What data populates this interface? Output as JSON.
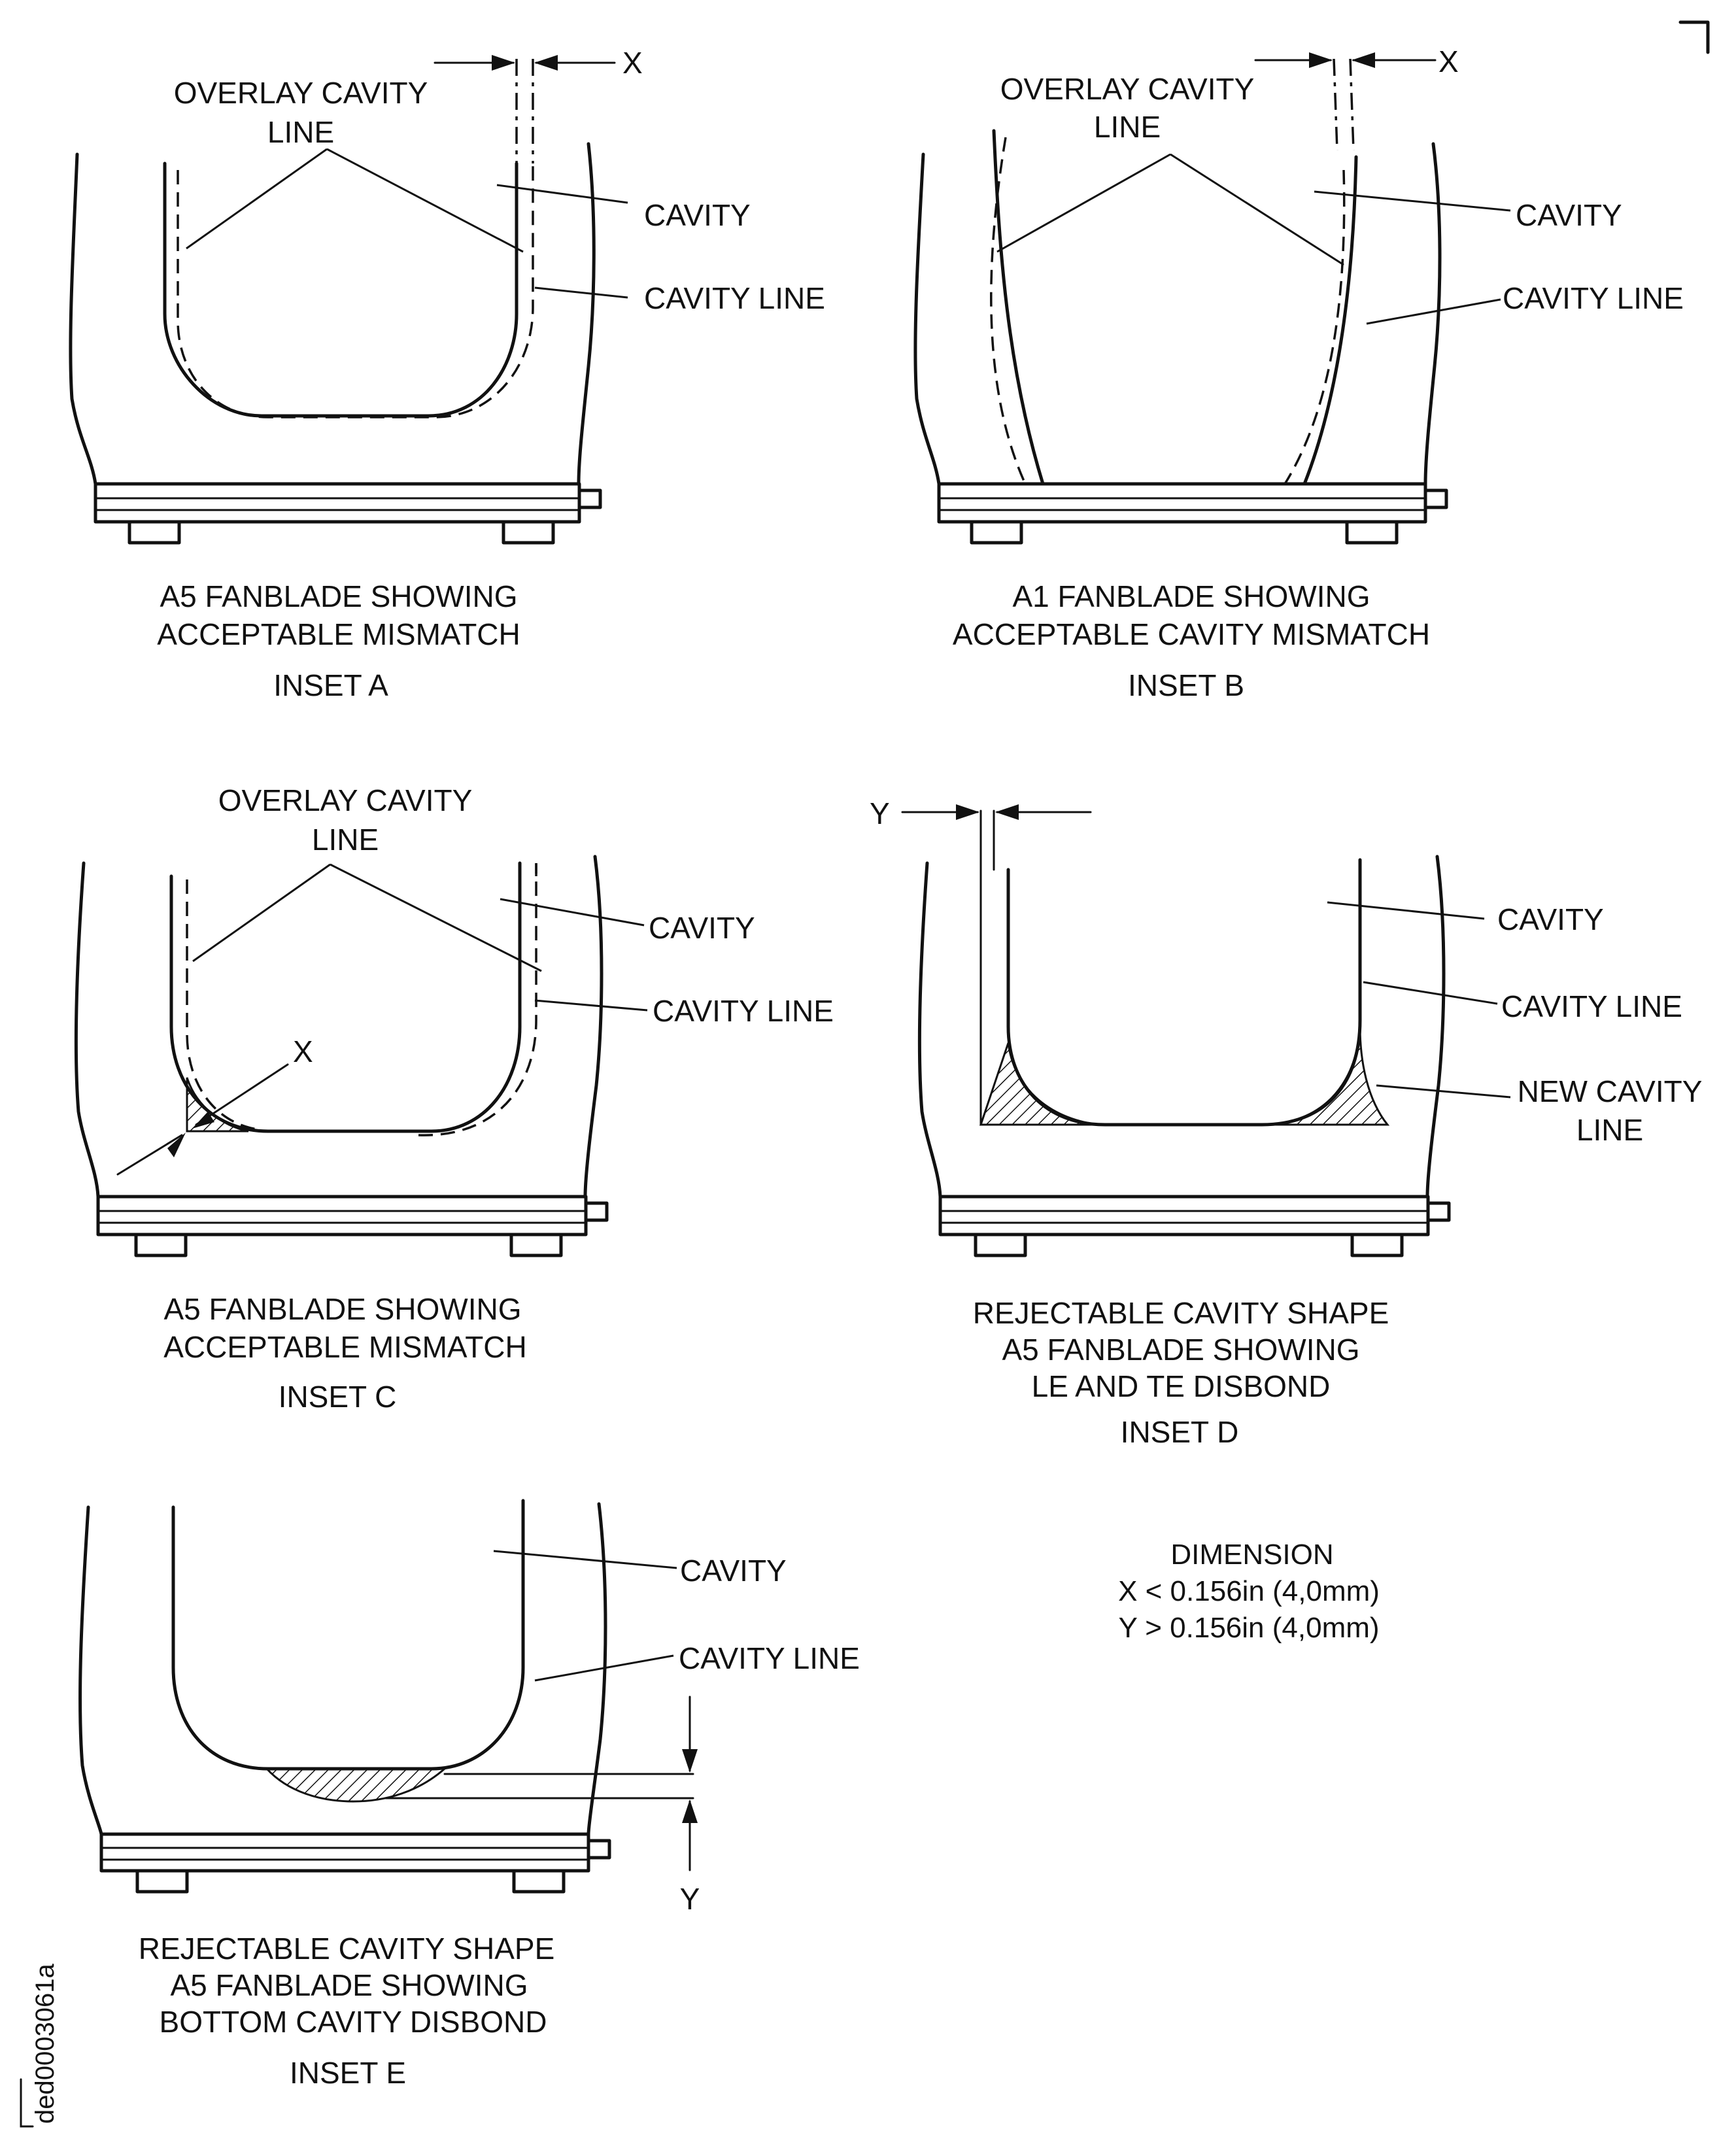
{
  "insets": {
    "a": {
      "overlay_label_1": "OVERLAY CAVITY",
      "overlay_label_2": "LINE",
      "dim_label": "X",
      "cavity_label": "CAVITY",
      "cavity_line_label": "CAVITY LINE",
      "caption_1": "A5 FANBLADE SHOWING",
      "caption_2": "ACCEPTABLE MISMATCH",
      "inset_label": "INSET A"
    },
    "b": {
      "overlay_label_1": "OVERLAY CAVITY",
      "overlay_label_2": "LINE",
      "dim_label": "X",
      "cavity_label": "CAVITY",
      "cavity_line_label": "CAVITY LINE",
      "caption_1": "A1 FANBLADE SHOWING",
      "caption_2": "ACCEPTABLE CAVITY MISMATCH",
      "inset_label": "INSET B"
    },
    "c": {
      "overlay_label_1": "OVERLAY CAVITY",
      "overlay_label_2": "LINE",
      "dim_label": "X",
      "cavity_label": "CAVITY",
      "cavity_line_label": "CAVITY LINE",
      "caption_1": "A5 FANBLADE SHOWING",
      "caption_2": "ACCEPTABLE MISMATCH",
      "inset_label": "INSET C"
    },
    "d": {
      "dim_label": "Y",
      "cavity_label": "CAVITY",
      "cavity_line_label": "CAVITY LINE",
      "new_cavity_line_1": "NEW CAVITY",
      "new_cavity_line_2": "LINE",
      "caption_1": "REJECTABLE CAVITY SHAPE",
      "caption_2": "A5 FANBLADE SHOWING",
      "caption_3": "LE AND TE DISBOND",
      "inset_label": "INSET D"
    },
    "e": {
      "dim_label": "Y",
      "cavity_label": "CAVITY",
      "cavity_line_label": "CAVITY LINE",
      "caption_1": "REJECTABLE CAVITY SHAPE",
      "caption_2": "A5 FANBLADE SHOWING",
      "caption_3": "BOTTOM CAVITY DISBOND",
      "inset_label": "INSET E"
    }
  },
  "dimension": {
    "title": "DIMENSION",
    "x_limit": "X < 0.156in (4,0mm)",
    "y_limit": "Y > 0.156in (4,0mm)"
  },
  "figure_id": "ded0003061a"
}
